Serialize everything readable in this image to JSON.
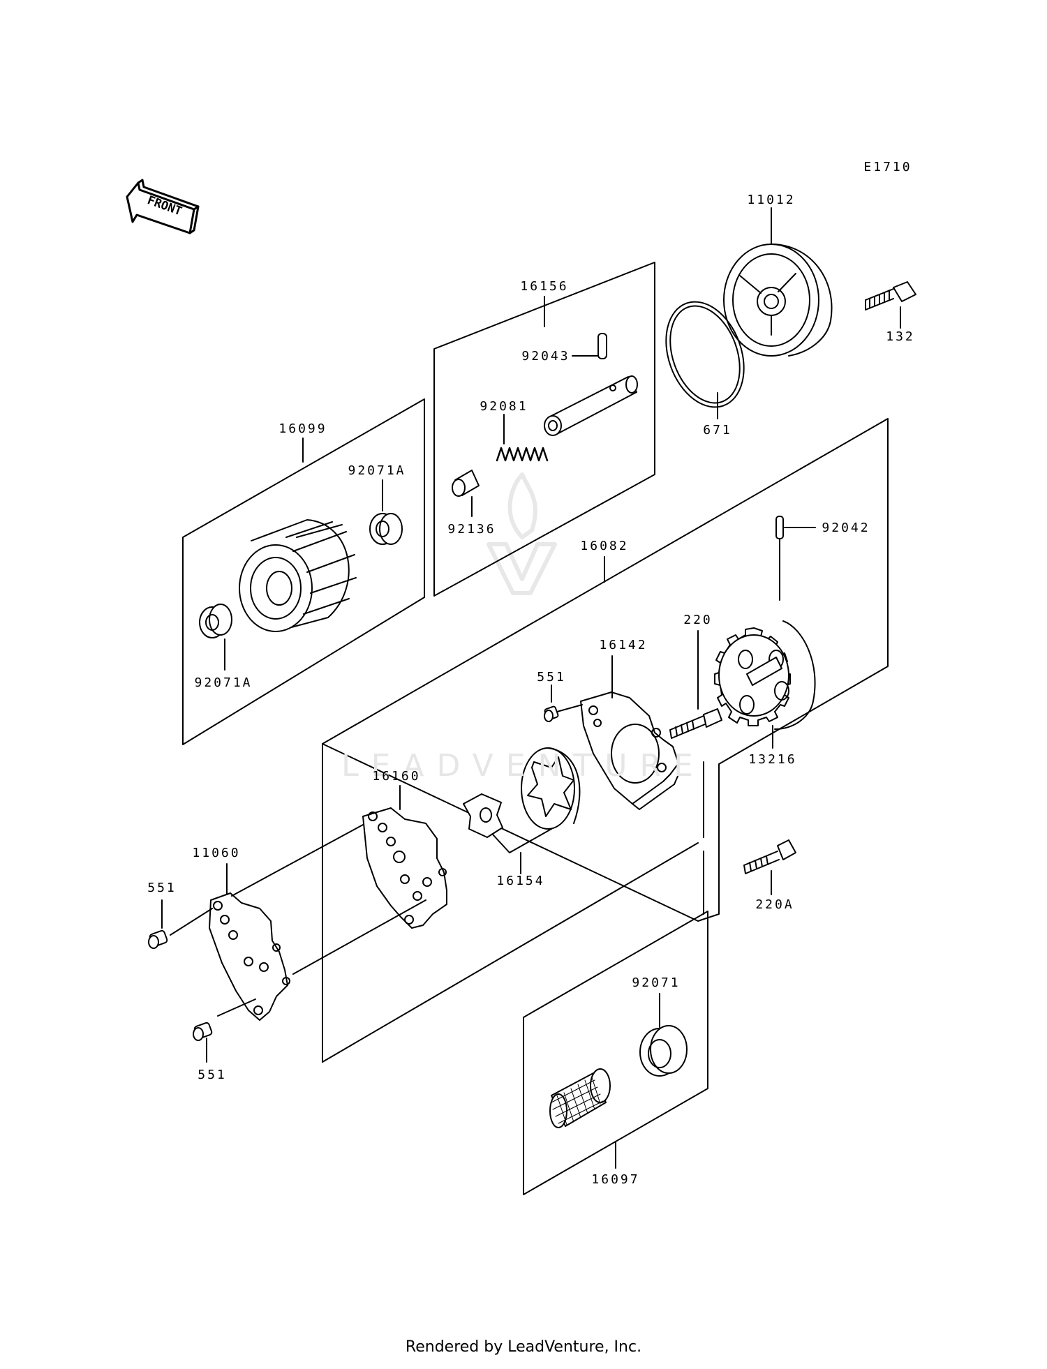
{
  "diagram_code": "E1710",
  "front_label": "FRONT",
  "watermark": {
    "text": "LEADVENTURE"
  },
  "footer": "Rendered by LeadVenture, Inc.",
  "parts": {
    "p11012": "11012",
    "p132": "132",
    "p671": "671",
    "p16156": "16156",
    "p92043": "92043",
    "p92081": "92081",
    "p92136": "92136",
    "p16099": "16099",
    "p92071A_top": "92071A",
    "p92071A_bottom": "92071A",
    "p16082": "16082",
    "p92042": "92042",
    "p220": "220",
    "p16142": "16142",
    "p551_top": "551",
    "p13216": "13216",
    "p16160": "16160",
    "p11060": "11060",
    "p551_left": "551",
    "p16154": "16154",
    "p220A": "220A",
    "p551_bottom": "551",
    "p92071": "92071",
    "p16097": "16097"
  }
}
